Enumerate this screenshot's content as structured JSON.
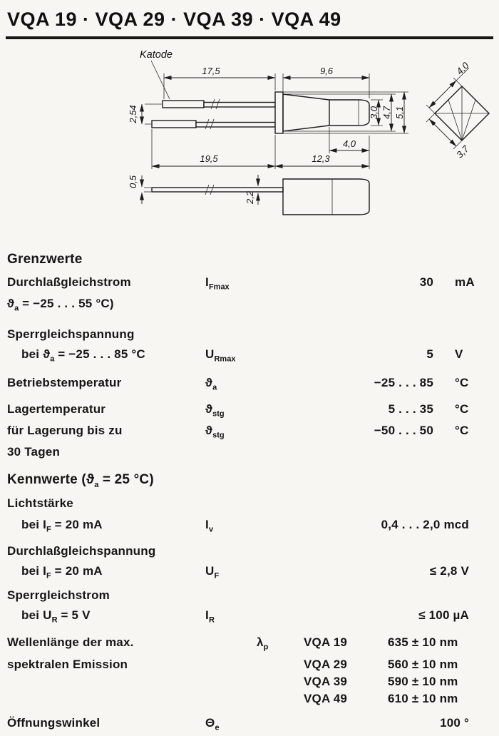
{
  "header": {
    "title": "VQA 19 · VQA 29 · VQA 39 · VQA 49"
  },
  "drawing": {
    "katode": "Katode",
    "dims": {
      "lead_top": "17,5",
      "body_len_front": "9,6",
      "end_width": "4,0",
      "pitch": "2,54",
      "lens_dia": "3,0",
      "body_dia1": "4,7",
      "body_dia2": "5,1",
      "lens_len": "4,0",
      "lead_bottom": "19,5",
      "body_len": "12,3",
      "end_depth": "3,7",
      "lead_thickness": "0,5",
      "lead_width": "2,2"
    }
  },
  "grenzwerte": {
    "heading": "Grenzwerte",
    "rows": [
      {
        "n1": "Durchlaßgleichstrom",
        "sym": "I",
        "sub": "Fmax",
        "val": "30",
        "unit": "mA"
      },
      {
        "n1": "ϑ",
        "nsub": "a",
        "n2": " = −25 . . . 55 °C)"
      },
      {
        "n1": "Sperrgleichspannung"
      },
      {
        "n1": "bei ϑ",
        "nsub": "a",
        "n2": " = −25 . . . 85 °C",
        "sym": "U",
        "sub": "Rmax",
        "val": "5",
        "unit": "V"
      },
      {
        "n1": "Betriebstemperatur",
        "sym": "ϑ",
        "sub": "a",
        "val": "−25 . . . 85",
        "unit": "°C"
      },
      {
        "n1": "Lagertemperatur",
        "sym": "ϑ",
        "sub": "stg",
        "val": "5 . . . 35",
        "unit": "°C"
      },
      {
        "n1": "für Lagerung bis zu",
        "sym": "ϑ",
        "sub": "stg",
        "val": "−50 . . . 50",
        "unit": "°C"
      },
      {
        "n1": "30 Tagen"
      }
    ]
  },
  "kennwerte": {
    "heading": "Kennwerte",
    "cond_pre": "(ϑ",
    "cond_sub": "a",
    "cond_post": " = 25 °C)",
    "rows": [
      {
        "n1": "Lichtstärke"
      },
      {
        "n1": "bei I",
        "nsub": "F",
        "n2": " = 20 mA",
        "sym": "I",
        "sub": "v",
        "combo": "0,4 . . . 2,0 mcd"
      },
      {
        "n1": "Durchlaßgleichspannung"
      },
      {
        "n1": "bei I",
        "nsub": "F",
        "n2": " = 20 mA",
        "sym": "U",
        "sub": "F",
        "combo": "≤ 2,8 V"
      },
      {
        "n1": "Sperrgleichstrom"
      },
      {
        "n1": "bei U",
        "nsub": "R",
        "n2": " = 5 V",
        "sym": "I",
        "sub": "R",
        "combo": "≤ 100 µA"
      },
      {
        "n1": "Wellenlänge der max.",
        "sym": "λ",
        "sub": "p",
        "type": "VQA 19",
        "combo": "635 ± 10 nm"
      },
      {
        "n1": "spektralen Emission",
        "type": "VQA 29",
        "combo": "560 ± 10 nm"
      },
      {
        "type": "VQA 39",
        "combo": "590 ± 10 nm"
      },
      {
        "type": "VQA 49",
        "combo": "610 ± 10 nm"
      },
      {
        "n1": "Öffnungswinkel",
        "sym": "Θ",
        "sub": "e",
        "combo": "100 °"
      }
    ]
  }
}
